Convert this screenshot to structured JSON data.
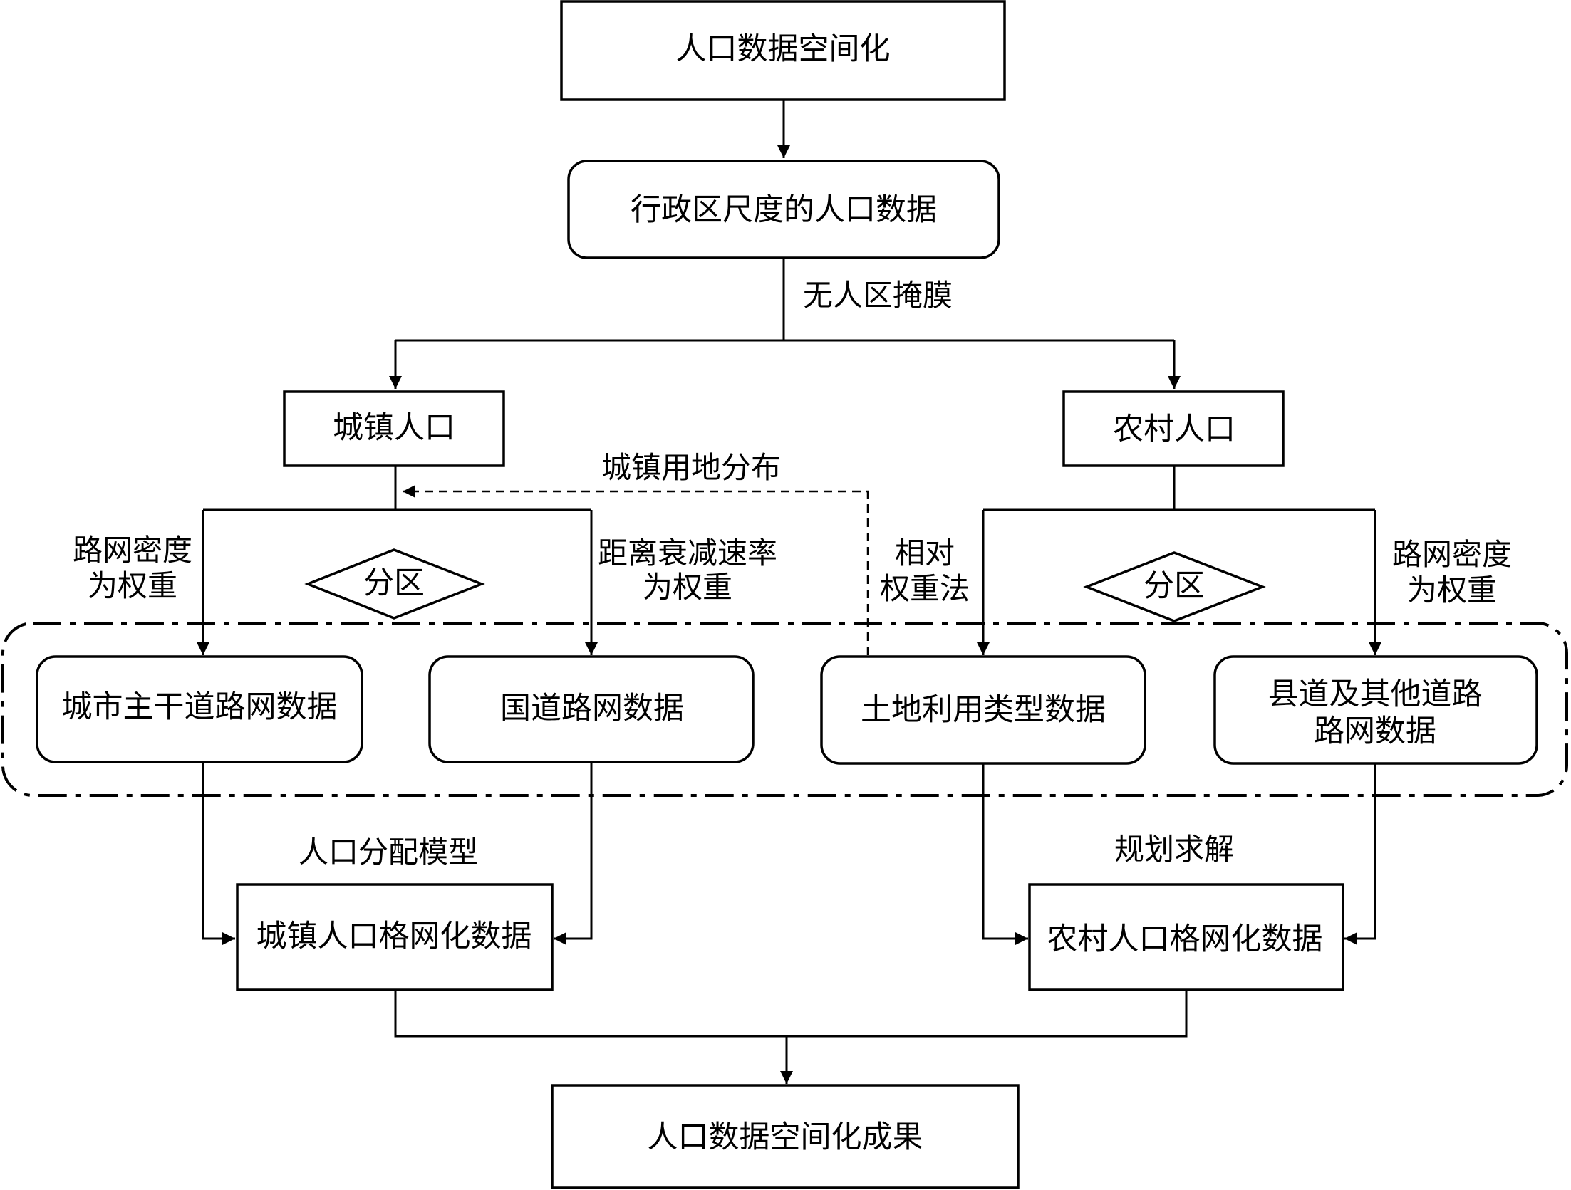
{
  "nodes": {
    "top": "人口数据空间化",
    "admin": "行政区尺度的人口数据",
    "urban_pop": "城镇人口",
    "rural_pop": "农村人口",
    "urban_road": "城市主干道路网数据",
    "national_road": "国道路网数据",
    "land_use": "土地利用类型数据",
    "county_road_l1": "县道及其他道路",
    "county_road_l2": "路网数据",
    "urban_grid": "城镇人口格网化数据",
    "rural_grid": "农村人口格网化数据",
    "result": "人口数据空间化成果"
  },
  "labels": {
    "mask": "无人区掩膜",
    "urban_land": "城镇用地分布",
    "road_density_l1": "路网密度",
    "road_density_l2": "为权重",
    "distance_decay_l1": "距离衰减速率",
    "distance_decay_l2": "为权重",
    "relative_l1": "相对",
    "relative_l2": "权重法",
    "road_density_r_l1": "路网密度",
    "road_density_r_l2": "为权重",
    "zone_left": "分区",
    "zone_right": "分区",
    "pop_model": "人口分配模型",
    "planning": "规划求解"
  }
}
